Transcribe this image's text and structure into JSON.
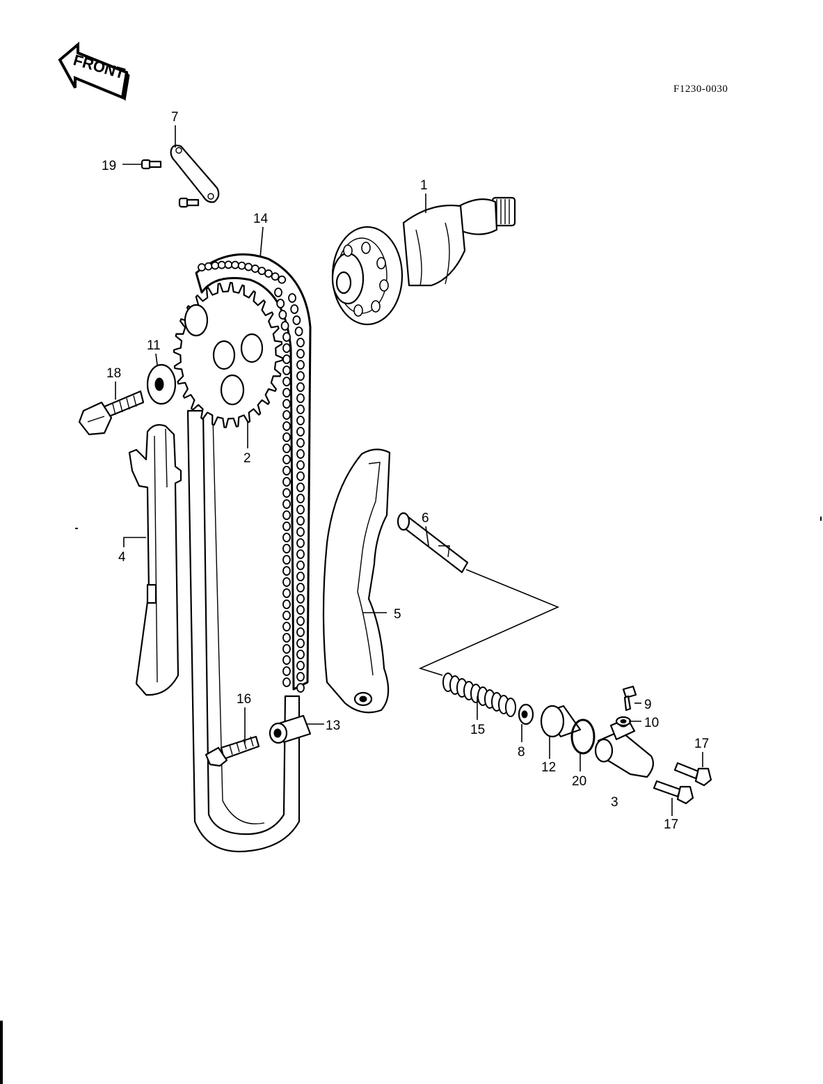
{
  "front_label": "FRONT",
  "drawing_code": "F1230-0030",
  "callouts": [
    {
      "id": "1",
      "text": "1"
    },
    {
      "id": "2",
      "text": "2"
    },
    {
      "id": "3",
      "text": "3"
    },
    {
      "id": "4",
      "text": "4"
    },
    {
      "id": "5",
      "text": "5"
    },
    {
      "id": "6",
      "text": "6"
    },
    {
      "id": "7",
      "text": "7"
    },
    {
      "id": "8",
      "text": "8"
    },
    {
      "id": "9",
      "text": "9"
    },
    {
      "id": "10",
      "text": "10"
    },
    {
      "id": "11",
      "text": "11"
    },
    {
      "id": "12",
      "text": "12"
    },
    {
      "id": "13",
      "text": "13"
    },
    {
      "id": "14",
      "text": "14"
    },
    {
      "id": "15",
      "text": "15"
    },
    {
      "id": "16",
      "text": "16"
    },
    {
      "id": "17a",
      "text": "17"
    },
    {
      "id": "17b",
      "text": "17"
    },
    {
      "id": "18",
      "text": "18"
    },
    {
      "id": "19",
      "text": "19"
    },
    {
      "id": "20",
      "text": "20"
    }
  ]
}
